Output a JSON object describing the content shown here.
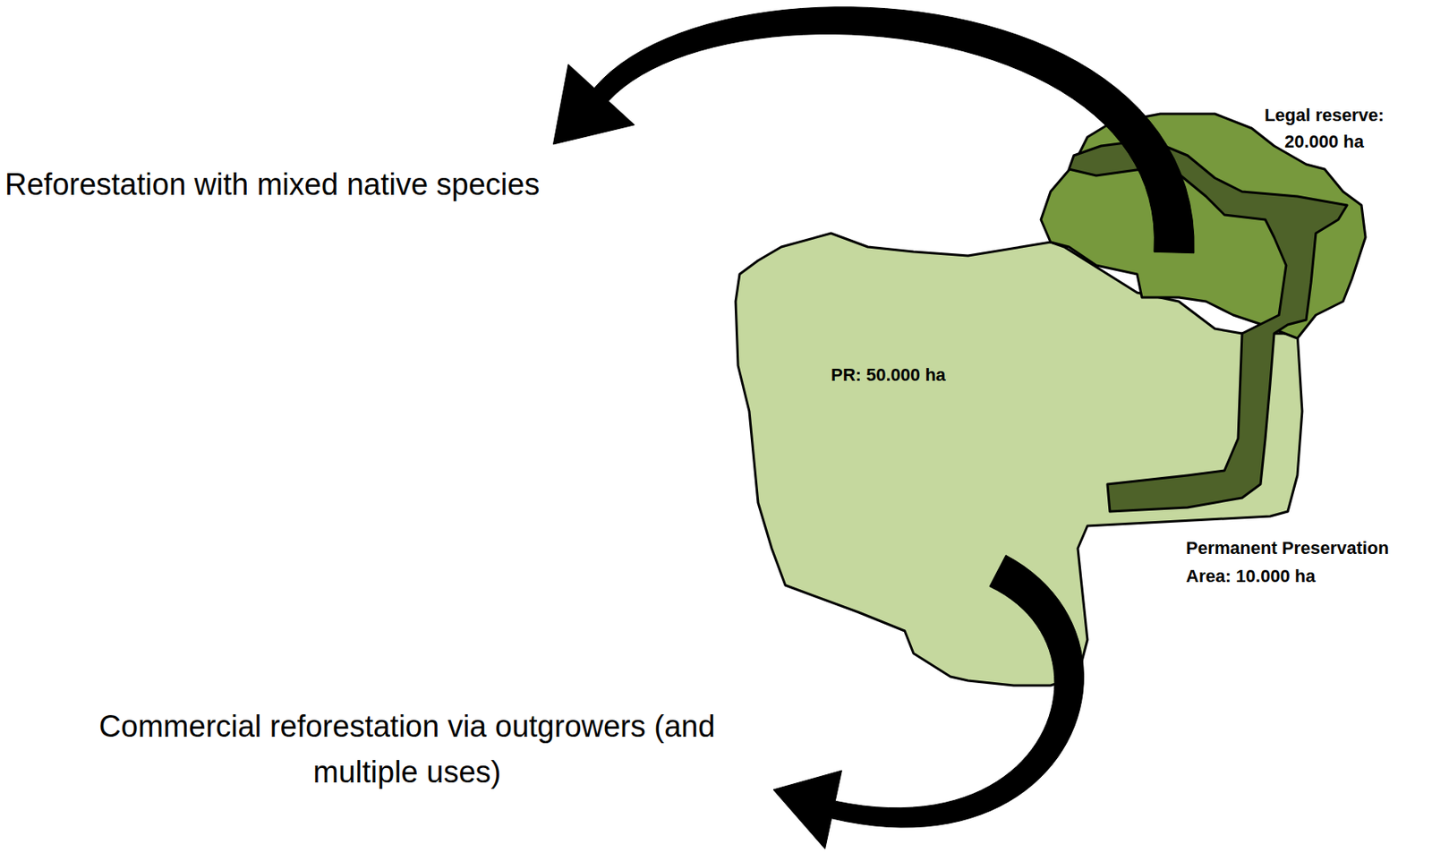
{
  "diagram": {
    "nodes": [
      {
        "text": [
          "Legal reserve: 20.000 ha"
        ]
      },
      {
        "text": [
          "Reforestation with mixed native species"
        ]
      },
      {
        "text": [
          "PR: 50.000 ha"
        ]
      },
      {
        "text": [
          "Permanent Preservation Area: 10.000 ha"
        ]
      },
      {
        "text": [
          "Commercial reforestation via outgrowers (and multiple uses)"
        ]
      }
    ],
    "edges": [
      {
        "from": 0,
        "to": 1,
        "arrow": "to"
      },
      {
        "from": 2,
        "to": 4,
        "arrow": "to"
      }
    ]
  }
}
